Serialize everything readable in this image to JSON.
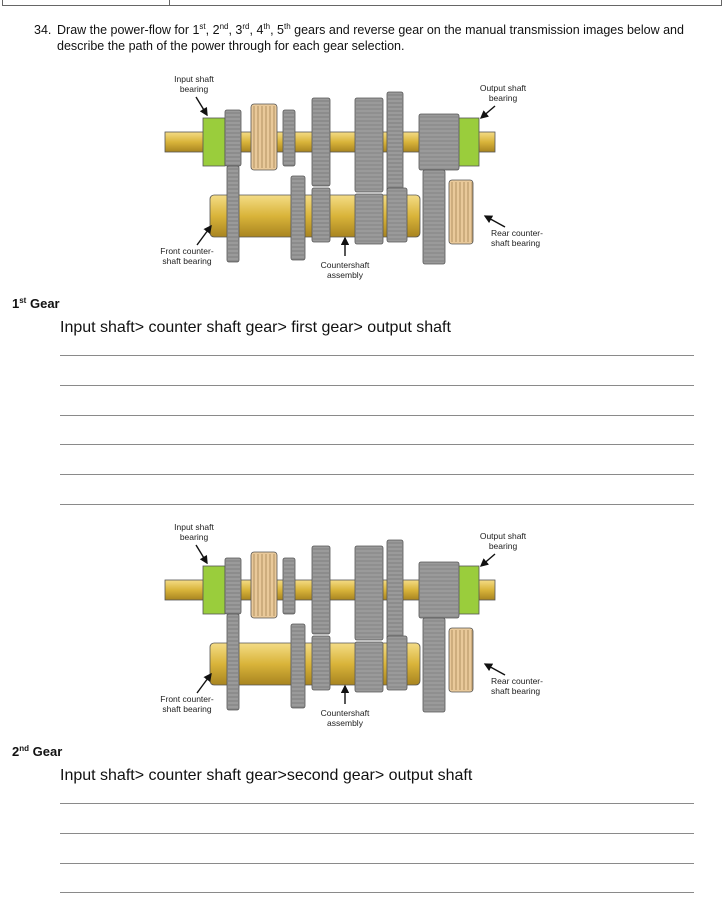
{
  "question": {
    "number": "34.",
    "text_before": "Draw the power-flow for 1",
    "text_after": " gears and reverse gear on the manual transmission images below and describe the path of the power through for each gear selection.",
    "ordinals": [
      {
        "n": "1",
        "suffix": "st",
        "sep": ", "
      },
      {
        "n": "2",
        "suffix": "nd",
        "sep": ", "
      },
      {
        "n": "3",
        "suffix": "rd",
        "sep": ", "
      },
      {
        "n": "4",
        "suffix": "th",
        "sep": ", "
      },
      {
        "n": "5",
        "suffix": "th",
        "sep": ""
      }
    ]
  },
  "diagram": {
    "labels": {
      "input_bearing": [
        "Input shaft",
        "bearing"
      ],
      "output_bearing": [
        "Output shaft",
        "bearing"
      ],
      "front_counter": [
        "Front counter-",
        "shaft bearing"
      ],
      "countershaft": [
        "Countershaft",
        "assembly"
      ],
      "rear_counter": [
        "Rear counter-",
        "shaft bearing"
      ]
    },
    "colors": {
      "shaft": "#d9b43a",
      "bearing_green": "#9acd3c",
      "gear_gray": "#9a9a9a",
      "gear_tan": "#e9c99a"
    }
  },
  "sections": [
    {
      "heading_n": "1",
      "heading_sup": "st",
      "heading_rest": " Gear",
      "answer": "Input shaft> counter shaft gear> first gear> output shaft"
    },
    {
      "heading_n": "2",
      "heading_sup": "nd",
      "heading_rest": " Gear",
      "answer": "Input shaft> counter shaft gear>second gear> output shaft"
    }
  ]
}
